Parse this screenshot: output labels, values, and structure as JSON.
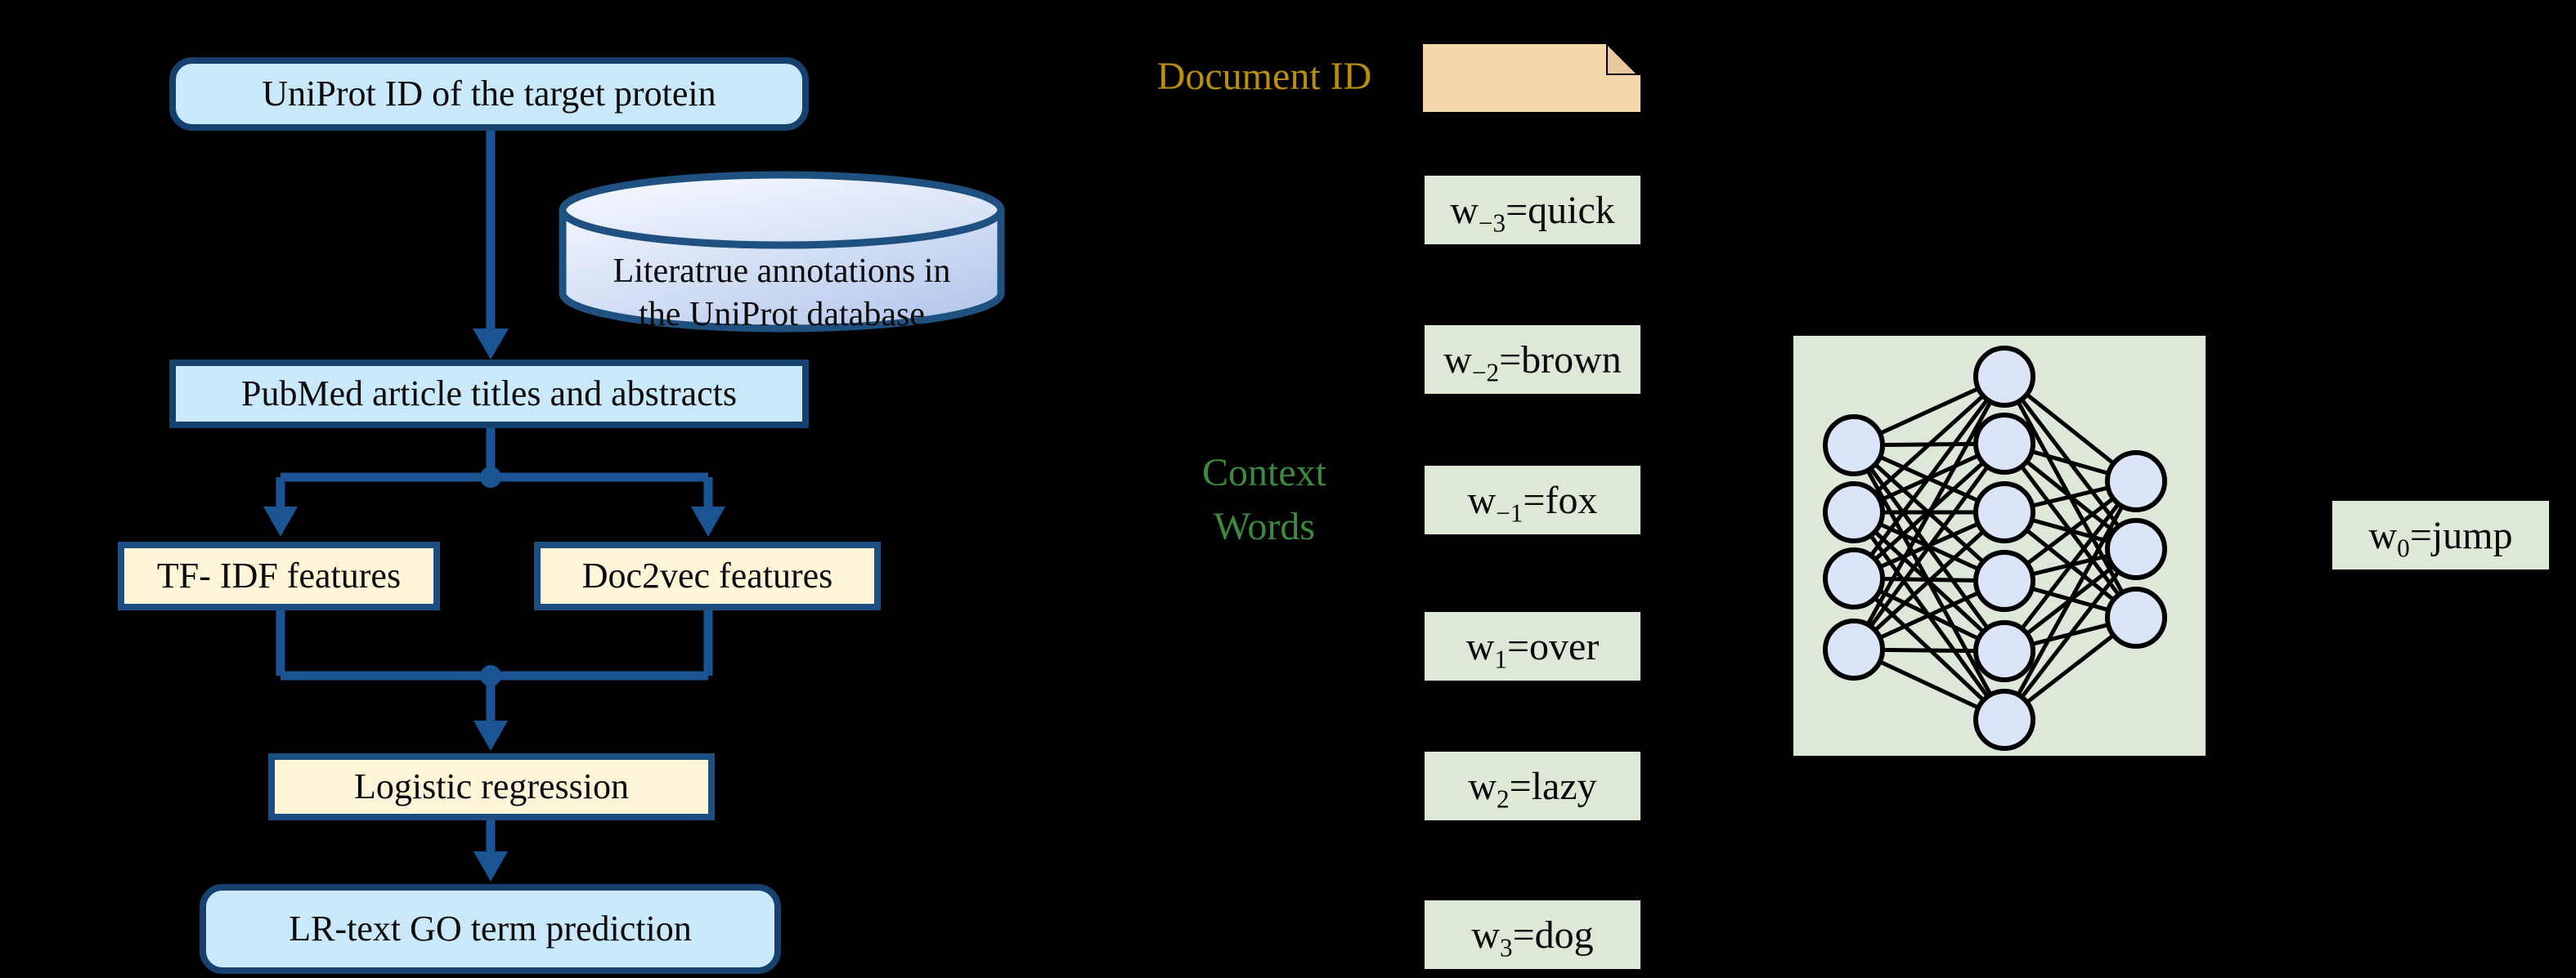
{
  "colors": {
    "background": "#000000",
    "box_blue_fill": "#c9e9fb",
    "box_blue_border": "#16406d",
    "box_cream_fill": "#fdf5d8",
    "box_cream_border": "#1c4e82",
    "arrow_blue": "#1b5492",
    "cylinder_border": "#1f5180",
    "word_box_green": "#dde8d6",
    "network_panel_green": "#dee8d9",
    "network_node_fill": "#dbe4f8",
    "document_icon_tan": "#f6d7ab",
    "document_icon_fold": "#e9c79b",
    "document_id_gold": "#b8900a",
    "context_words_green": "#3c8a3e"
  },
  "flowchart": {
    "uniprot_label": "UniProt ID of the target protein",
    "database_label_line1": "Literatrue annotations in",
    "database_label_line2": "the UniProt database",
    "pubmed_label": "PubMed article titles and abstracts",
    "tfidf_label": "TF- IDF features",
    "doc2vec_label": "Doc2vec features",
    "logistic_label": "Logistic regression",
    "prediction_label": "LR-text GO term prediction"
  },
  "doc2vec_figure": {
    "document_id_label": "Document ID",
    "context_words_line1": "Context",
    "context_words_line2": "Words",
    "context_words": [
      {
        "base": "w",
        "sub": "−3",
        "rest": "=quick"
      },
      {
        "base": "w",
        "sub": "−2",
        "rest": "=brown"
      },
      {
        "base": "w",
        "sub": "−1",
        "rest": "=fox"
      },
      {
        "base": "w",
        "sub": "1",
        "rest": "=over"
      },
      {
        "base": "w",
        "sub": "2",
        "rest": "=lazy"
      },
      {
        "base": "w",
        "sub": "3",
        "rest": "=dog"
      }
    ],
    "target_word": {
      "base": "w",
      "sub": "0",
      "rest": "=jump"
    },
    "network": {
      "layers": [
        4,
        6,
        3
      ]
    }
  }
}
